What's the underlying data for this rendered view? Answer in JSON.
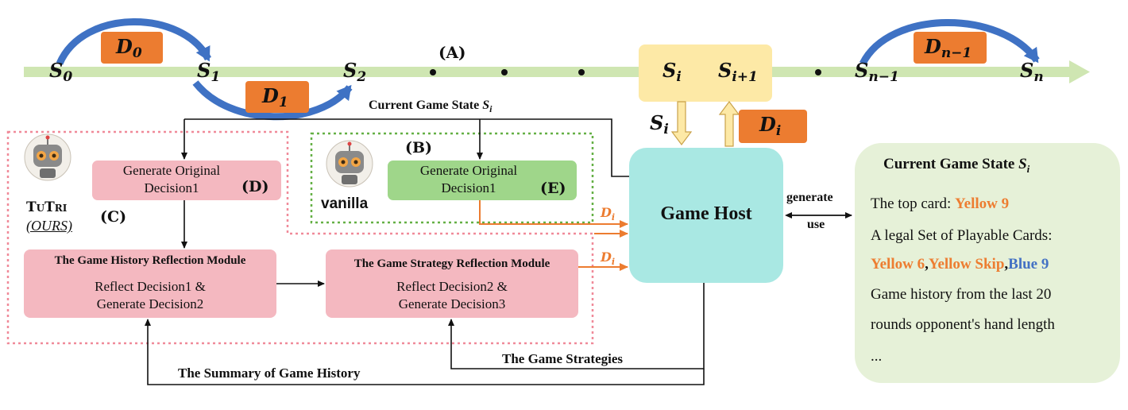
{
  "timeline": {
    "label_A": "(A)",
    "states": [
      {
        "base": "S",
        "sub": "0"
      },
      {
        "base": "S",
        "sub": "1"
      },
      {
        "base": "S",
        "sub": "2"
      },
      {
        "base": "S",
        "sub": "i"
      },
      {
        "base": "S",
        "sub": "i+1"
      },
      {
        "base": "S",
        "sub": "n−1"
      },
      {
        "base": "S",
        "sub": "n"
      }
    ],
    "decisions": [
      {
        "base": "D",
        "sub": "0"
      },
      {
        "base": "D",
        "sub": "1"
      },
      {
        "base": "D",
        "sub": "n−1"
      }
    ]
  },
  "host_link": {
    "state": {
      "base": "S",
      "sub": "i"
    },
    "decision": {
      "base": "D",
      "sub": "i"
    }
  },
  "current_state_label": "Current Game State ",
  "current_state_sub": "i",
  "tutri": {
    "name_big1": "T",
    "name_small1": "U",
    "name_big2": "T",
    "name_small2": "RI",
    "ours": "(OURS)",
    "label_C": "(C)",
    "gen_box": "Generate Original\nDecision1",
    "label_D": "(D)",
    "history_title": "The Game History Reflection Module",
    "history_body": "Reflect Decision1 &\nGenerate Decision2",
    "strategy_title": "The Game Strategy  Reflection Module",
    "strategy_body": "Reflect Decision2 &\nGenerate Decision3"
  },
  "vanilla": {
    "label_B": "(B)",
    "name": "vanilla",
    "gen_box": "Generate Original\nDecision1",
    "label_E": "(E)"
  },
  "di_label": {
    "base": "D",
    "sub": "i"
  },
  "game_host": "Game Host",
  "generate": "generate",
  "use": "use",
  "game_strategies": "The Game Strategies",
  "summary": "The Summary of Game History",
  "panel": {
    "title": "Current Game State ",
    "title_sub": "i",
    "top_card_label": "The top card: ",
    "top_card_value": "Yellow 9",
    "legal_label": "A legal Set of Playable Cards:",
    "card1": "Yellow 6",
    "comma1": ",",
    "card2": "Yellow Skip",
    "comma2": ",",
    "card3": "Blue 9",
    "history_line1": "Game history from the last 20",
    "history_line2": "rounds  opponent's hand length",
    "ellipsis": "..."
  },
  "colors": {
    "timeline_green": "#cfe6b2",
    "decision_orange": "#ec7c30",
    "blue_arc": "#3f72c4",
    "pink_box": "#f4b8c0",
    "green_box": "#9fd68a",
    "host_cyan": "#a9e8e3",
    "panel_green": "#e6f1d8",
    "highlight_yellow": "#fde9a6",
    "card_orange": "#ed7d31",
    "card_blue": "#4472c4"
  }
}
